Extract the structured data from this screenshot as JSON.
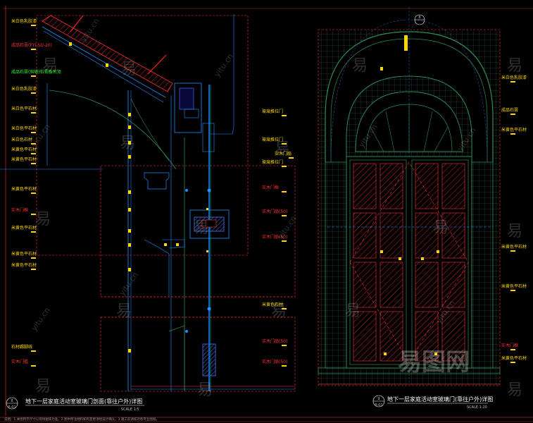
{
  "colors": {
    "background": "#000000",
    "frame": "#ff3030",
    "structure": "#1e90ff",
    "grid": "#4a6a5a",
    "arch": "#2e8b57",
    "label_yellow": "#ffd700",
    "label_red": "#ff3333",
    "label_green": "#33ff33",
    "text": "#ffffff"
  },
  "left_drawing": {
    "title": "地下一层家庭活动室玻璃门剖面(靠往户外)详图",
    "number": "8",
    "sheet_ref": "6-01",
    "scale": "SCALE 1:5",
    "callouts_left": [
      {
        "text": "米白色乳胶漆",
        "color": "yellow"
      },
      {
        "text": "成品石膏(FYI-SD-20)",
        "color": "red"
      },
      {
        "text": "成品石膏(斜坡)石膏板吊顶",
        "color": "green"
      },
      {
        "text": "米白色乳胶漆",
        "color": "yellow"
      },
      {
        "text": "米白色平石材",
        "color": "yellow"
      },
      {
        "text": "米白色平石材",
        "color": "yellow"
      },
      {
        "text": "米白色石材",
        "color": "yellow"
      },
      {
        "text": "米黄色平石材",
        "color": "yellow"
      },
      {
        "text": "米黄色平石材",
        "color": "yellow"
      },
      {
        "text": "米黄色平石材",
        "color": "yellow"
      },
      {
        "text": "实木门框",
        "color": "red"
      },
      {
        "text": "米黄色平石材",
        "color": "yellow"
      },
      {
        "text": "米黄色平石材",
        "color": "yellow"
      },
      {
        "text": "米黄色平石材",
        "color": "yellow"
      },
      {
        "text": "石材踢脚线",
        "color": "yellow"
      },
      {
        "text": "实木门槛",
        "color": "red"
      }
    ],
    "callouts_right": [
      {
        "text": "玻璃推拉门",
        "color": "yellow"
      },
      {
        "text": "玻璃推拉门",
        "color": "yellow"
      },
      {
        "text": "玻璃推拉门",
        "color": "yellow"
      },
      {
        "text": "实木门框",
        "color": "red"
      },
      {
        "text": "实木门扇(50)",
        "color": "red"
      },
      {
        "text": "实木门扇(50)",
        "color": "red"
      },
      {
        "text": "米黄色石材",
        "color": "yellow"
      },
      {
        "text": "实木门扇(50)",
        "color": "red"
      },
      {
        "text": "实木门扇(50)",
        "color": "red"
      },
      {
        "text": "米黄色石材",
        "color": "yellow"
      }
    ]
  },
  "right_drawing": {
    "title": "地下一层家庭活动室玻璃门(靠往户外)详图",
    "number": "9",
    "sheet_ref": "6-01",
    "scale": "SCALE 1:20",
    "callouts_left": [
      {
        "text": "实木门扇",
        "color": "yellow"
      }
    ],
    "callouts_right": [
      {
        "text": "米白色乳胶漆",
        "color": "yellow"
      },
      {
        "text": "成品石膏",
        "color": "yellow"
      },
      {
        "text": "米黄色平石材",
        "color": "yellow"
      },
      {
        "text": "米黄色平石材",
        "color": "yellow"
      },
      {
        "text": "米黄色平石材",
        "color": "yellow"
      },
      {
        "text": "实木门框",
        "color": "red"
      },
      {
        "text": "米黄色平石材",
        "color": "yellow"
      }
    ]
  },
  "watermarks": {
    "site": "yitu.cn",
    "glyph": "易",
    "logo": "易图网"
  },
  "footer_note": "说明：1.本图所示尺寸以现场复核为准。2.图中所注材料如有变更须经设计确认。3.施工前请核对各专业图纸。"
}
